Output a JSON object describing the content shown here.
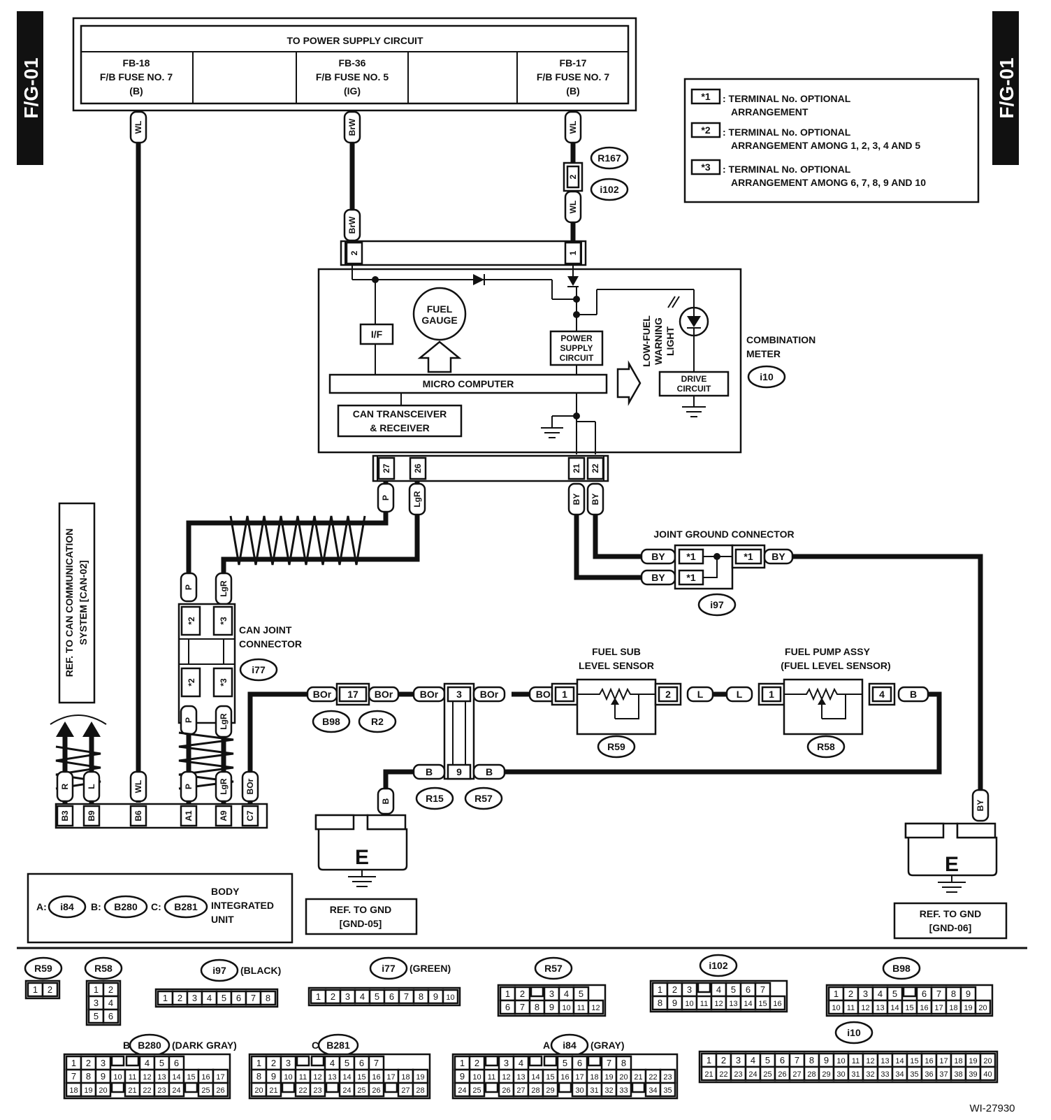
{
  "page_label": "F/G-01",
  "power_supply": {
    "title": "TO POWER SUPPLY CIRCUIT",
    "fuses": [
      {
        "id": "FB-18",
        "name": "F/B FUSE NO. 7",
        "type": "(B)"
      },
      {
        "id": "FB-36",
        "name": "F/B FUSE NO. 5",
        "type": "(IG)"
      },
      {
        "id": "FB-17",
        "name": "F/B FUSE NO. 7",
        "type": "(B)"
      }
    ]
  },
  "legend": {
    "items": [
      {
        "key": "*1",
        "line1": ": TERMINAL No. OPTIONAL",
        "line2": "ARRANGEMENT"
      },
      {
        "key": "*2",
        "line1": ": TERMINAL No. OPTIONAL",
        "line2": "ARRANGEMENT AMONG 1, 2, 3, 4 AND 5"
      },
      {
        "key": "*3",
        "line1": ": TERMINAL No. OPTIONAL",
        "line2": "ARRANGEMENT AMONG 6, 7, 8, 9 AND 10"
      }
    ]
  },
  "meter": {
    "name_line1": "COMBINATION",
    "name_line2": "METER",
    "connector": "i10",
    "if_label": "I/F",
    "fuel_gauge_1": "FUEL",
    "fuel_gauge_2": "GAUGE",
    "power_1": "POWER",
    "power_2": "SUPPLY",
    "power_3": "CIRCUIT",
    "micro": "MICRO COMPUTER",
    "can_1": "CAN TRANSCEIVER",
    "can_2": "& RECEIVER",
    "lowfuel_1": "LOW-FUEL",
    "lowfuel_2": "WARNING",
    "lowfuel_3": "LIGHT",
    "drive_1": "DRIVE",
    "drive_2": "CIRCUIT",
    "top_pins": [
      "2",
      "1"
    ],
    "bottom_pins": [
      "27",
      "26",
      "21",
      "22"
    ]
  },
  "wires": {
    "wl": "WL",
    "brw": "BrW",
    "p": "P",
    "lgr": "LgR",
    "by": "BY",
    "bor": "BOr",
    "b": "B",
    "l": "L",
    "r": "R"
  },
  "connectors": {
    "r167": "R167",
    "i102": "i102",
    "i97": "i97",
    "i77": "i77",
    "b98": "B98",
    "r2": "R2",
    "r15": "R15",
    "r57": "R57",
    "r59": "R59",
    "r58": "R58",
    "i84": "i84",
    "b280": "B280",
    "b281": "B281"
  },
  "joint_ground": {
    "title": "JOINT GROUND CONNECTOR",
    "pin": "*1"
  },
  "can_joint": {
    "line1": "CAN JOINT",
    "line2": "CONNECTOR",
    "p2": "*2",
    "p3": "*3"
  },
  "ref_can": {
    "line1": "REF. TO CAN COMMUNICATION",
    "line2": "SYSTEM [CAN-02]"
  },
  "fuel_sub": {
    "line1": "FUEL SUB",
    "line2": "LEVEL SENSOR",
    "pin_a": "1",
    "pin_b": "2"
  },
  "fuel_pump": {
    "line1": "FUEL PUMP ASSY",
    "line2": "(FUEL LEVEL SENSOR)",
    "pin_a": "1",
    "pin_b": "4"
  },
  "pins": {
    "p17": "17",
    "p3": "3",
    "p9": "9"
  },
  "ground": {
    "e": "E",
    "ref1_1": "REF. TO GND",
    "ref1_2": "[GND-05]",
    "ref2_1": "REF. TO GND",
    "ref2_2": "[GND-06]"
  },
  "body_unit": {
    "line1": "BODY",
    "line2": "INTEGRATED",
    "line3": "UNIT",
    "a": "A:",
    "b": "B:",
    "c": "C:",
    "pins": [
      "B3",
      "B9",
      "B6",
      "A1",
      "A9",
      "C7"
    ]
  },
  "bottom_connectors": {
    "r59": {
      "name": "R59",
      "rows": [
        [
          "1",
          "2"
        ]
      ]
    },
    "r58": {
      "name": "R58",
      "rows": [
        [
          "1",
          "2"
        ],
        [
          "3",
          "4"
        ],
        [
          "5",
          "6"
        ]
      ]
    },
    "i97": {
      "name": "i97",
      "color": "(BLACK)",
      "rows": [
        [
          "1",
          "2",
          "3",
          "4",
          "5",
          "6",
          "7",
          "8"
        ]
      ]
    },
    "i77": {
      "name": "i77",
      "color": "(GREEN)",
      "rows": [
        [
          "1",
          "2",
          "3",
          "4",
          "5",
          "6",
          "7",
          "8",
          "9",
          "10"
        ]
      ]
    },
    "r57": {
      "name": "R57",
      "rows": [
        [
          "1",
          "2",
          "",
          "3",
          "4",
          "5"
        ],
        [
          "6",
          "7",
          "8",
          "9",
          "10",
          "11",
          "12"
        ]
      ]
    },
    "i102": {
      "name": "i102",
      "rows": [
        [
          "1",
          "2",
          "3",
          "",
          "4",
          "5",
          "6",
          "7"
        ],
        [
          "8",
          "9",
          "10",
          "11",
          "12",
          "13",
          "14",
          "15",
          "16"
        ]
      ]
    },
    "b98": {
      "name": "B98",
      "rows": [
        [
          "1",
          "2",
          "3",
          "4",
          "5",
          "",
          "6",
          "7",
          "8",
          "9"
        ],
        [
          "10",
          "11",
          "12",
          "13",
          "14",
          "15",
          "16",
          "17",
          "18",
          "19",
          "20"
        ]
      ]
    },
    "b280": {
      "prefix": "B:",
      "name": "B280",
      "color": "(DARK GRAY)",
      "rows": [
        [
          "1",
          "2",
          "3",
          "",
          "",
          "4",
          "5",
          "6"
        ],
        [
          "7",
          "8",
          "9",
          "10",
          "11",
          "12",
          "13",
          "14",
          "15",
          "16",
          "17"
        ],
        [
          "18",
          "19",
          "20",
          "",
          "21",
          "22",
          "23",
          "24",
          "",
          "25",
          "26"
        ]
      ]
    },
    "b281": {
      "prefix": "C:",
      "name": "B281",
      "rows": [
        [
          "1",
          "2",
          "3",
          "",
          "",
          "4",
          "5",
          "6",
          "7"
        ],
        [
          "8",
          "9",
          "10",
          "11",
          "12",
          "13",
          "14",
          "15",
          "16",
          "17",
          "18",
          "19"
        ],
        [
          "20",
          "21",
          "",
          "22",
          "23",
          "",
          "24",
          "25",
          "26",
          "",
          "27",
          "28"
        ]
      ]
    },
    "i84": {
      "prefix": "A:",
      "name": "i84",
      "color": "(GRAY)",
      "rows": [
        [
          "1",
          "2",
          "",
          "3",
          "4",
          "",
          "",
          "5",
          "6",
          "",
          "7",
          "8"
        ],
        [
          "9",
          "10",
          "11",
          "12",
          "13",
          "14",
          "15",
          "16",
          "17",
          "18",
          "19",
          "20",
          "21",
          "22",
          "23"
        ],
        [
          "24",
          "25",
          "",
          "26",
          "27",
          "28",
          "29",
          "",
          "30",
          "31",
          "32",
          "33",
          "",
          "34",
          "35"
        ]
      ]
    },
    "i10": {
      "name": "i10",
      "rows": [
        [
          "1",
          "2",
          "3",
          "4",
          "5",
          "6",
          "7",
          "8",
          "9",
          "10",
          "11",
          "12",
          "13",
          "14",
          "15",
          "16",
          "17",
          "18",
          "19",
          "20"
        ],
        [
          "21",
          "22",
          "23",
          "24",
          "25",
          "26",
          "27",
          "28",
          "29",
          "30",
          "31",
          "32",
          "33",
          "34",
          "35",
          "36",
          "37",
          "38",
          "39",
          "40"
        ]
      ]
    }
  },
  "diagram_id": "WI-27930"
}
